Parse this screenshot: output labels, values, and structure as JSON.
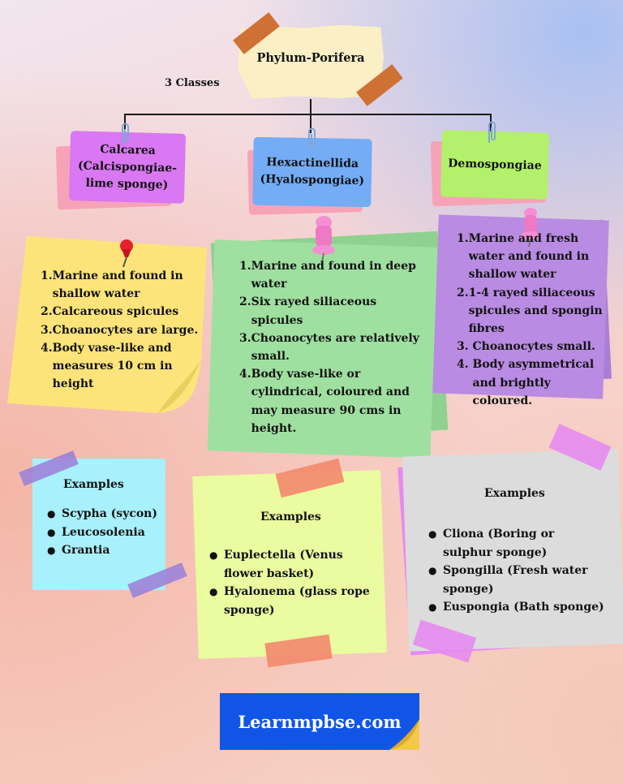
{
  "root": {
    "title": "Phylum-Porifera",
    "classes_label": "3 Classes"
  },
  "classes": [
    {
      "name_lines": "Calcarea\n(Calcispongiae-\nlime sponge)",
      "color": "#d978f2",
      "back_color": "#f7a3b7"
    },
    {
      "name_lines": "Hexactinellida\n(Hyalospongiae)",
      "color": "#74adf6",
      "back_color": "#f7a3b7"
    },
    {
      "name_lines": "Demospongiae",
      "color": "#b3f06b",
      "back_color": "#f7a3b7"
    }
  ],
  "characteristics": [
    {
      "color": "#fde47a",
      "items": [
        "Marine and found in shallow water",
        "Calcareous spicules",
        "Choanocytes are large.",
        "Body vase-like and measures 10 cm in height"
      ]
    },
    {
      "color": "#9fe0a0",
      "items": [
        "Marine and found in deep water",
        "Six rayed siliaceous spicules",
        "Choanocytes are relatively small.",
        "Body vase-like or cylindrical, coloured and may measure 90 cms in height."
      ]
    },
    {
      "color": "#b98be2",
      "items": [
        "Marine and fresh water and found in shallow water",
        "1-4 rayed siliaceous spicules and spongin fibres",
        "Choanocytes small.",
        "Body asymmetrical and brightly coloured."
      ]
    }
  ],
  "examples": [
    {
      "title": "Examples",
      "color": "#a8f0fb",
      "items": [
        "Scypha (sycon)",
        "Leucosolenia",
        "Grantia"
      ]
    },
    {
      "title": "Examples",
      "color": "#eafba0",
      "items": [
        "Euplectella (Venus flower basket)",
        "Hyalonema (glass rope sponge)"
      ]
    },
    {
      "title": "Examples",
      "color": "#dcdcdc",
      "items": [
        "Cliona (Boring or sulphur sponge)",
        "Spongilla (Fresh water sponge)",
        "Euspongia (Bath sponge)"
      ]
    }
  ],
  "brand": {
    "text": "Learnmpbse.com",
    "color": "#1155e6"
  },
  "icons": {
    "pin": "push-pin-icon",
    "clip": "paper-clip-icon",
    "tape": "tape-strip"
  }
}
